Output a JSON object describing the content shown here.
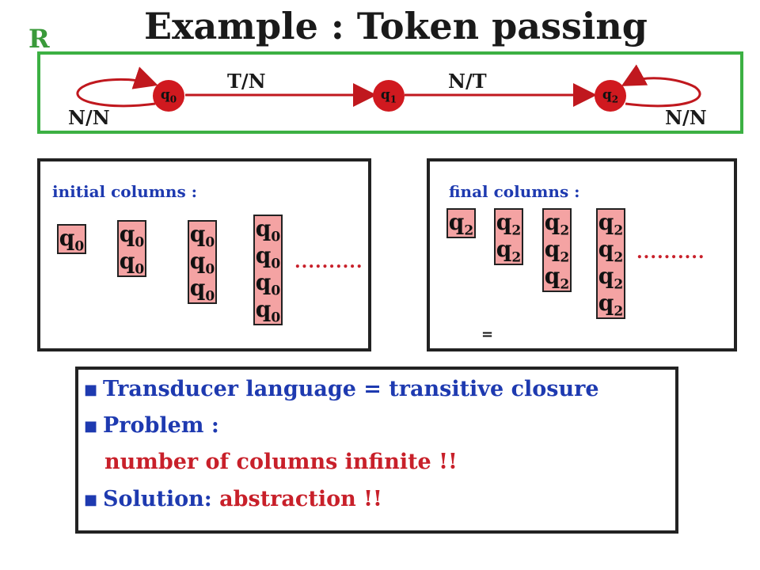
{
  "title": "Example : Token passing",
  "automaton": {
    "label": "R",
    "states": [
      "q0",
      "q1",
      "q2"
    ],
    "state_parts": [
      {
        "base": "q",
        "sub": "0"
      },
      {
        "base": "q",
        "sub": "1"
      },
      {
        "base": "q",
        "sub": "2"
      }
    ],
    "transitions": {
      "q0_q1": "T/N",
      "q1_q2": "N/T",
      "q0_loop": "N/N",
      "q2_loop": "N/N"
    }
  },
  "initial_panel": {
    "title": "initial columns :",
    "columns": [
      [
        "q0"
      ],
      [
        "q0",
        "q0"
      ],
      [
        "q0",
        "q0",
        "q0"
      ],
      [
        "q0",
        "q0",
        "q0",
        "q0"
      ]
    ],
    "dots": ".........."
  },
  "final_panel": {
    "title": "final columns :",
    "columns": [
      [
        "q2"
      ],
      [
        "q2",
        "q2"
      ],
      [
        "q2",
        "q2",
        "q2"
      ],
      [
        "q2",
        "q2",
        "q2",
        "q2"
      ]
    ],
    "dots": "..........",
    "note": "="
  },
  "bullets": [
    {
      "text": "Transducer language = transitive closure",
      "color": "#1e3ab0"
    },
    {
      "text": "Problem :",
      "color": "#1e3ab0"
    },
    {
      "text": "number of columns infinite !!",
      "color": "#c8202a",
      "indent": true
    },
    {
      "label": "Solution: ",
      "label_color": "#1e3ab0",
      "text": "abstraction !!",
      "color": "#c8202a"
    }
  ],
  "colors": {
    "accent_green": "#3cb043",
    "state_red": "#d0191f",
    "cell_pink": "#f4a3a3",
    "title_blue": "#1e3ab0",
    "text_red": "#c8202a"
  }
}
